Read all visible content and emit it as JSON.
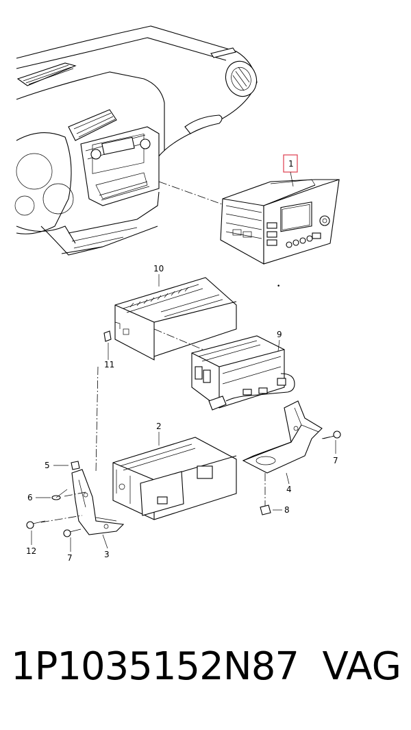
{
  "callouts": {
    "c1": "1",
    "c2": "2",
    "c3": "3",
    "c4": "4",
    "c5": "5",
    "c6": "6",
    "c7a": "7",
    "c7b": "7",
    "c8": "8",
    "c9": "9",
    "c10": "10",
    "c11": "11",
    "c12": "12"
  },
  "highlight_color": "#e04a5a",
  "footer": {
    "part_number": "1P1035152N87",
    "brand": "VAG"
  }
}
